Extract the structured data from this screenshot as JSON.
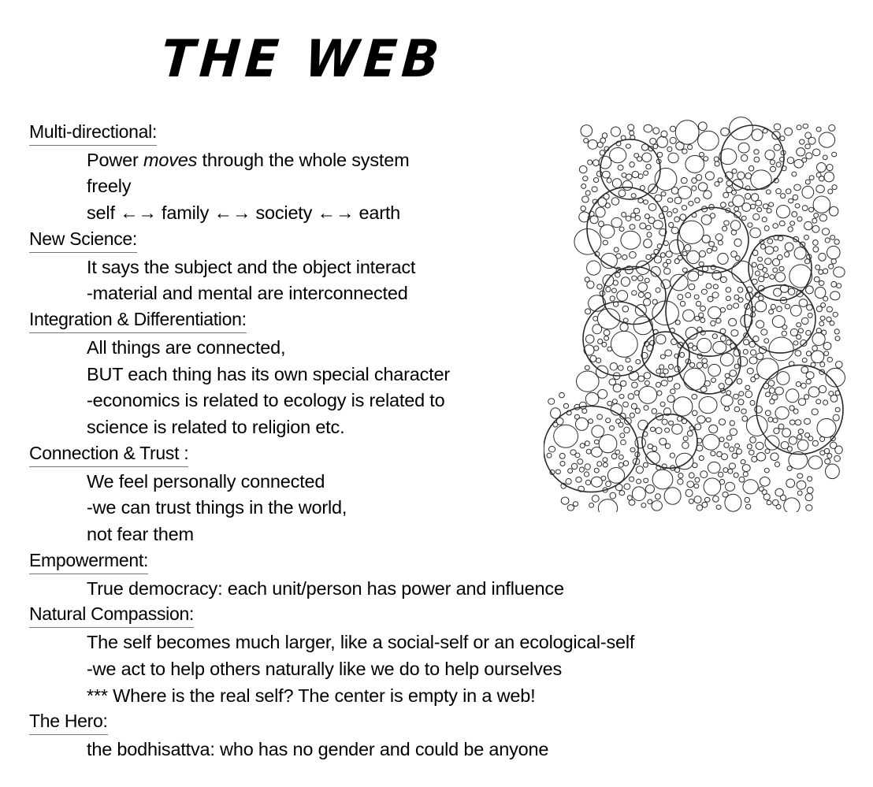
{
  "title": "THE WEB",
  "sections": [
    {
      "heading": "Multi-directional:",
      "lines": [
        {
          "pre": "Power ",
          "em": "moves",
          "post": " through the whole system"
        },
        {
          "text": "freely"
        },
        {
          "text": "self ←→ family ←→ society ←→ earth"
        }
      ]
    },
    {
      "heading": "New Science:",
      "lines": [
        {
          "text": "It says the subject and the object interact"
        },
        {
          "text": "-material and mental are interconnected"
        }
      ]
    },
    {
      "heading": "Integration & Differentiation:",
      "lines": [
        {
          "text": "All things are connected,"
        },
        {
          "text": "BUT each thing has its own special character"
        },
        {
          "text": "-economics is related to ecology is related to"
        },
        {
          "text": "science is related to religion etc."
        }
      ]
    },
    {
      "heading": "Connection & Trust :",
      "lines": [
        {
          "text": "We feel personally connected"
        },
        {
          "text": "-we can trust things in the world,"
        },
        {
          "text": "not fear them"
        }
      ]
    },
    {
      "heading": "Empowerment:",
      "lines": [
        {
          "text": "True democracy: each unit/person has power and influence"
        }
      ]
    },
    {
      "heading": "Natural Compassion:",
      "lines": [
        {
          "text": "The self becomes much larger, like a social-self or an ecological-self"
        },
        {
          "text": "-we act to help others naturally like we do to help ourselves"
        },
        {
          "text": "*** Where is the real self? The center is empty in a web!"
        }
      ]
    },
    {
      "heading": "The Hero:",
      "lines": [
        {
          "text": "the bodhisattva: who has no gender and could be anyone"
        }
      ]
    }
  ],
  "illustration": {
    "icon": "bubble-web-drawing",
    "stroke_color": "#2a2a2a"
  }
}
